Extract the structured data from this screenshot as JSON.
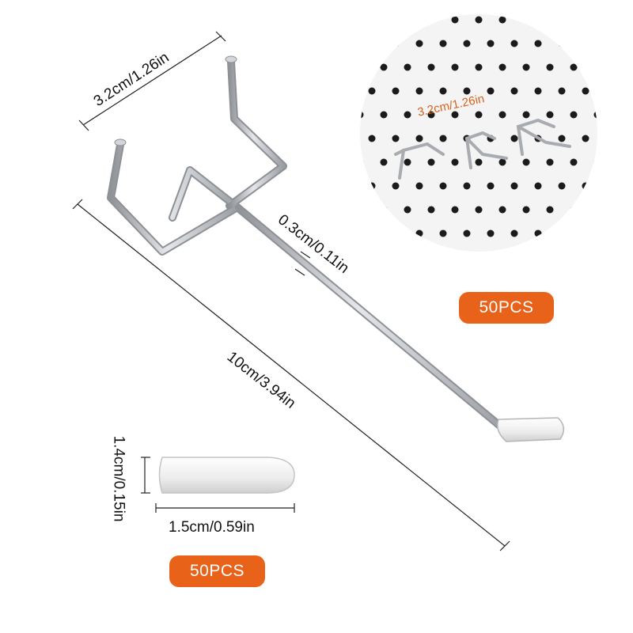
{
  "colors": {
    "badge": "#e8621a",
    "inset_label": "#d8621d",
    "metal": "#b9bcc0",
    "cap": "#f1f1f1"
  },
  "labels": {
    "hook_width": "3.2cm/1.26in",
    "wire_thickness": "0.3cm/0.11in",
    "hook_length": "10cm/3.94in",
    "cap_diameter": "1.4cm/0.15in",
    "cap_length": "1.5cm/0.59in",
    "inset_width": "3.2cm/1.26in"
  },
  "badges": {
    "hooks_qty": "50PCS",
    "caps_qty": "50PCS"
  }
}
